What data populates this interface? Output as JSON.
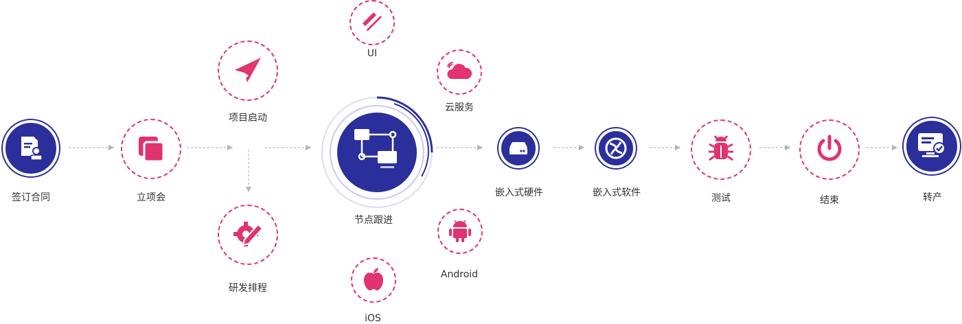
{
  "colors": {
    "accent": "#e0336f",
    "brand_blue": "#2b2f9c",
    "arrow": "#b5b5b5",
    "text": "#333333"
  },
  "nodes": {
    "sign_contract": {
      "label": "签订合同",
      "icon": "contract-stamp-icon"
    },
    "kickoff_meeting": {
      "label": "立项会",
      "icon": "layers-icon"
    },
    "project_start": {
      "label": "项目启动",
      "icon": "paper-plane-icon"
    },
    "dev_schedule": {
      "label": "研发排程",
      "icon": "gear-pencil-icon"
    },
    "node_tracking": {
      "label": "节点跟进",
      "icon": "flowchart-icon"
    },
    "ui": {
      "label": "UI",
      "icon": "ruler-pen-icon"
    },
    "cloud": {
      "label": "云服务",
      "icon": "cloud-icon"
    },
    "android": {
      "label": "Android",
      "icon": "android-icon"
    },
    "ios": {
      "label": "iOS",
      "icon": "apple-icon"
    },
    "embedded_hw": {
      "label": "嵌入式硬件",
      "icon": "hardware-drive-icon"
    },
    "embedded_sw": {
      "label": "嵌入式软件",
      "icon": "software-swirl-icon"
    },
    "testing": {
      "label": "测试",
      "icon": "bug-icon"
    },
    "finish": {
      "label": "结束",
      "icon": "power-icon"
    },
    "production": {
      "label": "转产",
      "icon": "monitor-check-icon"
    }
  }
}
